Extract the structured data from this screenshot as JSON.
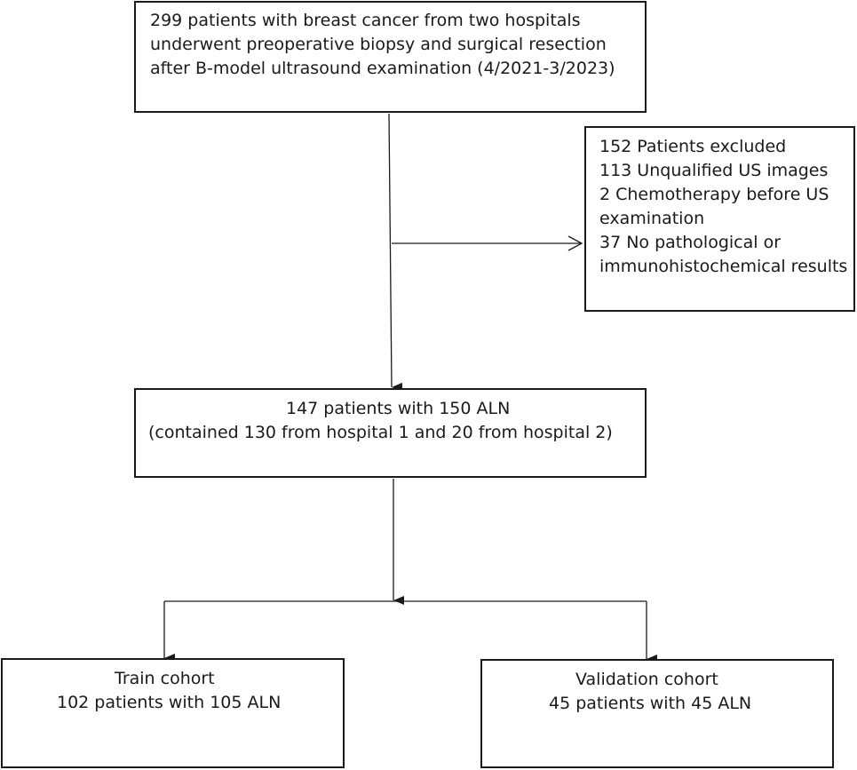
{
  "enrolled": {
    "lines": [
      "299 patients with breast cancer from two hospitals",
      "underwent preoperative biopsy and surgical resection",
      "after B-model ultrasound examination (4/2021-3/2023)"
    ]
  },
  "excluded": {
    "lines": [
      "152 Patients excluded",
      "113 Unqualified US images",
      "2 Chemotherapy before US",
      "examination",
      "37 No pathological or",
      "immunohistochemical results"
    ]
  },
  "included": {
    "lines": [
      "147 patients with 150 ALN",
      "(contained 130 from hospital 1 and 20 from hospital 2)"
    ]
  },
  "train": {
    "lines": [
      "Train cohort",
      "102 patients with 105 ALN"
    ]
  },
  "validation": {
    "lines": [
      "Validation cohort",
      "45 patients with 45 ALN"
    ]
  }
}
